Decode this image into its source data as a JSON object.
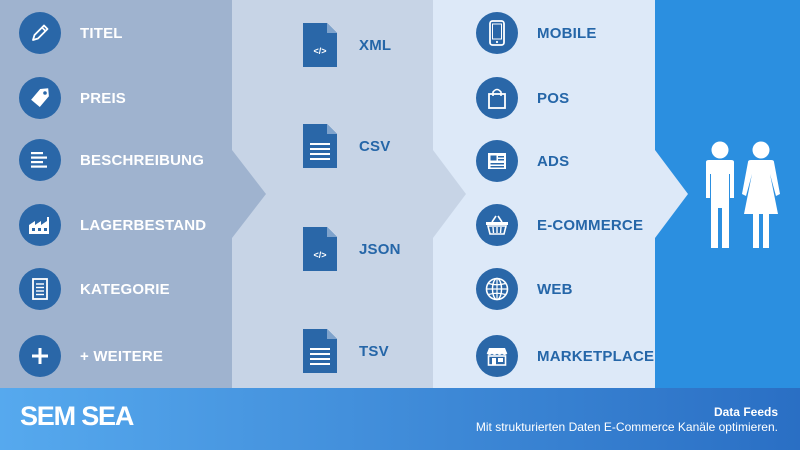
{
  "colors": {
    "panel_1": "#9fb3cf",
    "panel_2": "#c7d4e6",
    "panel_3": "#dde9f8",
    "panel_4": "#2b8fe0",
    "icon_circle": "#2a67a8",
    "label_blue": "#2566a8",
    "footer_left": "#56a9ee",
    "footer_right": "#2a6fc4"
  },
  "attributes": [
    {
      "label": "TITEL",
      "icon": "pen-icon"
    },
    {
      "label": "PREIS",
      "icon": "price-tag-icon"
    },
    {
      "label": "BESCHREIBUNG",
      "icon": "text-lines-icon"
    },
    {
      "label": "LAGERBESTAND",
      "icon": "factory-icon"
    },
    {
      "label": "KATEGORIE",
      "icon": "list-document-icon"
    },
    {
      "label": "+ WEITERE",
      "icon": "plus-icon"
    }
  ],
  "formats": [
    {
      "label": "XML",
      "icon": "code-file-icon"
    },
    {
      "label": "CSV",
      "icon": "text-file-icon"
    },
    {
      "label": "JSON",
      "icon": "code-file-icon"
    },
    {
      "label": "TSV",
      "icon": "text-file-icon"
    }
  ],
  "channels": [
    {
      "label": "MOBILE",
      "icon": "smartphone-icon"
    },
    {
      "label": "POS",
      "icon": "shopping-bag-icon"
    },
    {
      "label": "ADS",
      "icon": "newspaper-icon"
    },
    {
      "label": "E-COMMERCE",
      "icon": "shopping-basket-icon"
    },
    {
      "label": "WEB",
      "icon": "globe-icon"
    },
    {
      "label": "MARKETPLACE",
      "icon": "storefront-icon"
    }
  ],
  "audience": {
    "icon": "people-icon"
  },
  "footer": {
    "logo": "SEM SEA",
    "title": "Data Feeds",
    "subtitle": "Mit strukturierten Daten E-Commerce Kanäle optimieren."
  }
}
